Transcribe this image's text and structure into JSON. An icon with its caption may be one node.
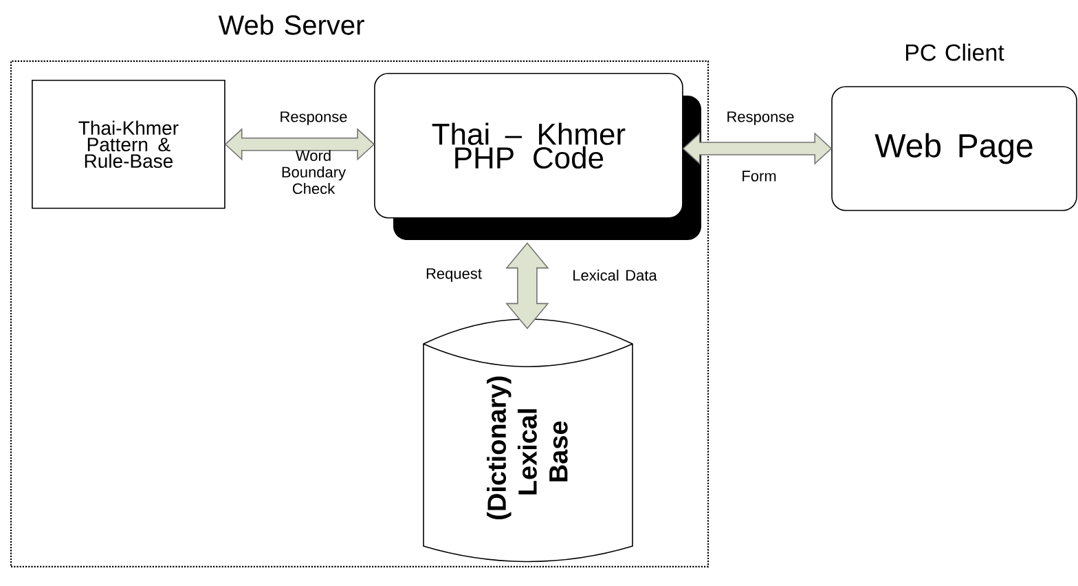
{
  "diagram": {
    "nodes": [
      {
        "text": [
          "Web Server"
        ]
      },
      {
        "text": [
          "Thai-Khmer Pattern & Rule-Base"
        ],
        "in": 0
      },
      {
        "text": [
          "Thai – Khmer PHP Code"
        ],
        "in": 0
      },
      {
        "text": [
          "(Dictionary) Lexical Base"
        ],
        "in": 0
      },
      {
        "text": [
          "PC Client",
          "Web Page"
        ]
      }
    ],
    "edges": [
      {
        "from": 1,
        "to": 2,
        "arrow": "both",
        "label": "Response"
      },
      {
        "from": 2,
        "to": 4,
        "arrow": "both",
        "label": "Response"
      },
      {
        "from": 2,
        "to": 3,
        "arrow": "both",
        "label": "Request"
      }
    ],
    "labels": [
      "Word Boundary Check",
      "Form",
      "Lexical Data"
    ]
  }
}
